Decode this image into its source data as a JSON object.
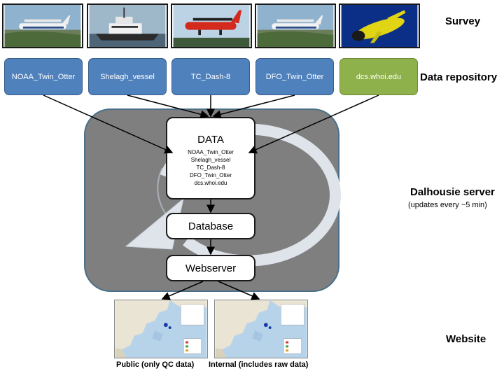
{
  "survey": {
    "title": "Survey",
    "photos": [
      {
        "icon": "twin-otter-aircraft"
      },
      {
        "icon": "research-vessel"
      },
      {
        "icon": "dash-8-aircraft"
      },
      {
        "icon": "twin-otter-aircraft"
      },
      {
        "icon": "underwater-glider"
      }
    ]
  },
  "repository": {
    "title": "Data repository",
    "items": [
      "NOAA_Twin_Otter",
      "Shelagh_vessel",
      "TC_Dash-8",
      "DFO_Twin_Otter",
      "dcs.whoi.edu"
    ],
    "colors": {
      "blue": "#4f81bd",
      "green": "#8fb14b"
    }
  },
  "server": {
    "title": "Dalhousie server",
    "subtitle": "(updates every ~5 min)",
    "data_box": {
      "title": "DATA",
      "items": [
        "NOAA_Twin_Otter",
        "Shelagh_vessel",
        "TC_Dash-8",
        "DFO_Twin_Otter",
        "dcs.whoi.edu"
      ]
    },
    "database_label": "Database",
    "webserver_label": "Webserver",
    "background_color": "#7f7f7f"
  },
  "website": {
    "title": "Website",
    "public_caption": "Public (only QC data)",
    "internal_caption": "Internal (includes raw data)"
  }
}
